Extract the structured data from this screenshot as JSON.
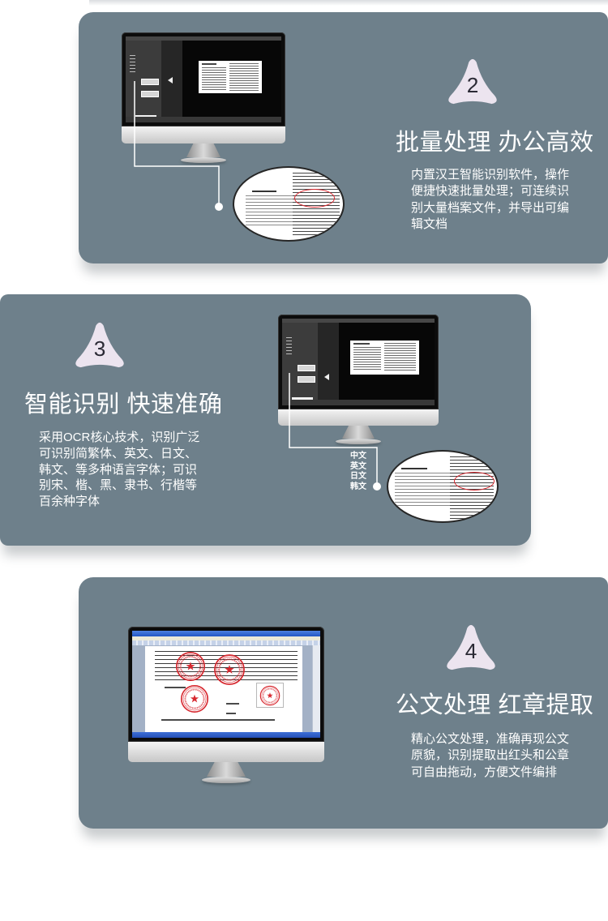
{
  "features": [
    {
      "badge_number": "2",
      "title": "批量处理 办公高效",
      "description_lines": [
        "内置汉王智能识别软件，操作",
        "便捷快速批量处理；可连续识",
        "别大量档案文件，并导出可编",
        "辑文档"
      ]
    },
    {
      "badge_number": "3",
      "title": "智能识别 快速准确",
      "description_lines": [
        "采用OCR核心技术，识别广泛",
        "可识别简繁体、英文、日文、",
        "韩文、等多种语言字体；可识",
        "别宋、楷、黑、隶书、行楷等",
        "百余种字体"
      ],
      "languages": [
        "中文",
        "英文",
        "日文",
        "韩文"
      ]
    },
    {
      "badge_number": "4",
      "title": "公文处理 红章提取",
      "description_lines": [
        "精心公文处理，准确再现公文",
        "原貌，识别提取出红头和公章",
        "可自由拖动，方便文件编排"
      ]
    }
  ],
  "icons": {
    "badge": "three-point-badge",
    "seal": "red-star-seal",
    "device": "desktop-monitor"
  },
  "colors": {
    "panel": "#6e808b",
    "badge": "#ece4ef",
    "badge_number": "#2b2a35",
    "text": "#ffffff",
    "seal_red": "#d7282f",
    "screen_dark": "#070707"
  }
}
